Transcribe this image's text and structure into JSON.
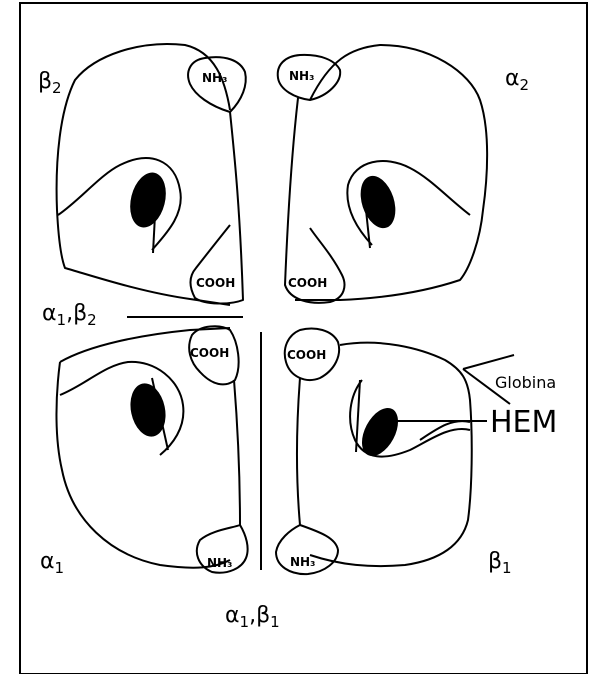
{
  "subunits": {
    "beta2": {
      "greek": "β",
      "sub": "2"
    },
    "alpha2": {
      "greek": "α",
      "sub": "2"
    },
    "alpha1": {
      "greek": "α",
      "sub": "1"
    },
    "beta1": {
      "greek": "β",
      "sub": "1"
    }
  },
  "groups": {
    "nh3": "NH₃",
    "cooh": "COOH"
  },
  "interfaces": {
    "a1b2": {
      "g1": "α",
      "s1": "1",
      "sep": ",",
      "g2": "β",
      "s2": "2"
    },
    "a1b1": {
      "g1": "α",
      "s1": "1",
      "sep": ",",
      "g2": "β",
      "s2": "1"
    }
  },
  "labels": {
    "globin": "Globina",
    "heme": "HEM"
  },
  "colors": {
    "stroke": "#000000",
    "heme_fill": "#000000",
    "background": "#ffffff"
  }
}
